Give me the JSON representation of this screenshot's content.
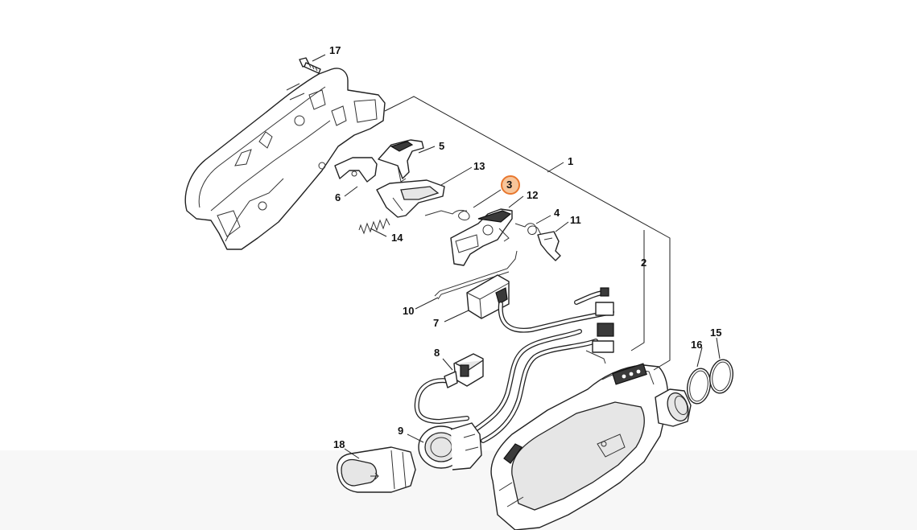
{
  "diagram": {
    "highlight_color": "#e8772e",
    "highlighted_callout": "3",
    "callouts": [
      {
        "id": "c17",
        "label": "17"
      },
      {
        "id": "c5",
        "label": "5"
      },
      {
        "id": "c13",
        "label": "13"
      },
      {
        "id": "c1",
        "label": "1"
      },
      {
        "id": "c3",
        "label": "3"
      },
      {
        "id": "c12",
        "label": "12"
      },
      {
        "id": "c6",
        "label": "6"
      },
      {
        "id": "c4",
        "label": "4"
      },
      {
        "id": "c11",
        "label": "11"
      },
      {
        "id": "c14",
        "label": "14"
      },
      {
        "id": "c2",
        "label": "2"
      },
      {
        "id": "c10",
        "label": "10"
      },
      {
        "id": "c7",
        "label": "7"
      },
      {
        "id": "c8",
        "label": "8"
      },
      {
        "id": "c15",
        "label": "15"
      },
      {
        "id": "c16",
        "label": "16"
      },
      {
        "id": "c9",
        "label": "9"
      },
      {
        "id": "c18",
        "label": "18"
      }
    ]
  }
}
